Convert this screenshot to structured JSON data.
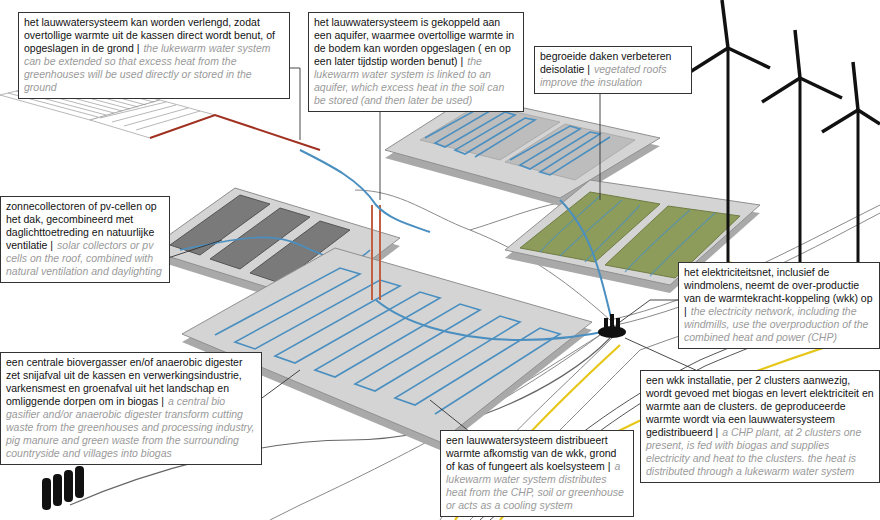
{
  "diagram": {
    "nodes": [
      {
        "text": [
          "het lauwwatersysteem kan worden verlengd, zodat overtollige warmte uit de kassen direct wordt benut, of opgeslagen in de grond |",
          "the lukewarm water system can be extended so that excess heat from the greenhouses will be used directly or stored in the ground"
        ]
      },
      {
        "text": [
          "het lauwwatersysteem is gekoppeld aan een aquifer, waarmee overtollige warmte in de bodem kan worden opgeslagen ( en op een later tijdstip worden benut) |",
          "the lukewarm water system is linked to an aquifer, which excess heat in the soil can be stored (and then later be used)"
        ]
      },
      {
        "text": [
          "begroeide daken verbeteren deisolatie |",
          "vegetated roofs improve the insulation"
        ]
      },
      {
        "text": [
          "zonnecollectoren of pv-cellen op het dak, gecombineerd met daglichttoetreding en natuurlijke ventilatie |",
          "solar collectors or pv cells on the roof, combined with natural ventilation and daylighting"
        ]
      },
      {
        "text": [
          "het elektriciteitsnet, inclusief de windmolens, neemt de over-productie van de warmtekracht-koppeling (wkk) op |",
          "the electricity network, including the windmills, use the overproduction of the combined heat and power (CHP)"
        ]
      },
      {
        "text": [
          "een centrale biovergasser en/of anaerobic digester zet snijafval uit de kassen en verwerkingsindustrie, varkensmest en groenafval uit het landschap en omliggende dorpen om in biogas |",
          "a central bio gasifier and/or anaerobic digester transform cutting waste from the greenhouses and processing industry, pig manure and green waste from the surrounding countryside and villages into biogas"
        ]
      },
      {
        "text": [
          "een lauwwatersysteem distribueert warmte afkomstig van de wkk, grond of kas of fungeert als koelsysteem |",
          "a lukewarm water system distributes heat from the CHP, soil or greenhouse or acts as a cooling system"
        ]
      },
      {
        "text": [
          "een wkk installatie, per 2 clusters aanwezig, wordt gevoed met biogas en levert elektriciteit en warmte aan de clusters. de geproduceerde warmte wordt via een lauwwatersysteem gedistribueerd |",
          "a CHP plant, at 2 clusters one present, is fed with biogas and supplies electricity and heat to the clusters. the heat is distributed through a lukewarm water system"
        ]
      }
    ]
  }
}
